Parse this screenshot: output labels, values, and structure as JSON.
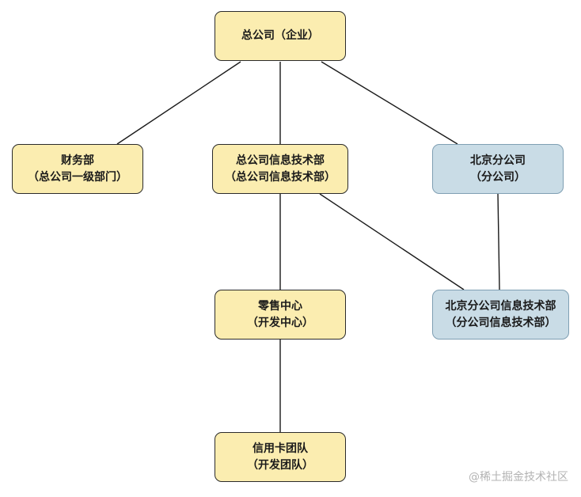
{
  "nodes": [
    {
      "id": "hq",
      "title": "总公司（企业）",
      "subtitle": ""
    },
    {
      "id": "finance",
      "title": "财务部",
      "subtitle": "（总公司一级部门）"
    },
    {
      "id": "hq_it",
      "title": "总公司信息技术部",
      "subtitle": "（总公司信息技术部）"
    },
    {
      "id": "beijing",
      "title": "北京分公司",
      "subtitle": "（分公司）"
    },
    {
      "id": "retail",
      "title": "零售中心",
      "subtitle": "（开发中心）"
    },
    {
      "id": "beijing_it",
      "title": "北京分公司信息技术部",
      "subtitle": "（分公司信息技术部）"
    },
    {
      "id": "card",
      "title": "信用卡团队",
      "subtitle": "（开发团队）"
    }
  ],
  "edges": [
    {
      "from": "hq",
      "to": "finance"
    },
    {
      "from": "hq",
      "to": "hq_it"
    },
    {
      "from": "hq",
      "to": "beijing"
    },
    {
      "from": "hq_it",
      "to": "retail"
    },
    {
      "from": "hq_it",
      "to": "beijing_it"
    },
    {
      "from": "beijing",
      "to": "beijing_it"
    },
    {
      "from": "retail",
      "to": "card"
    }
  ],
  "colors": {
    "headquarters_fill": "#fbedb0",
    "branch_fill": "#c9dce6",
    "branch_border": "#7f9fb3",
    "border": "#2b2b2b",
    "edge": "#1a1a1a"
  },
  "watermark": "@稀土掘金技术社区"
}
